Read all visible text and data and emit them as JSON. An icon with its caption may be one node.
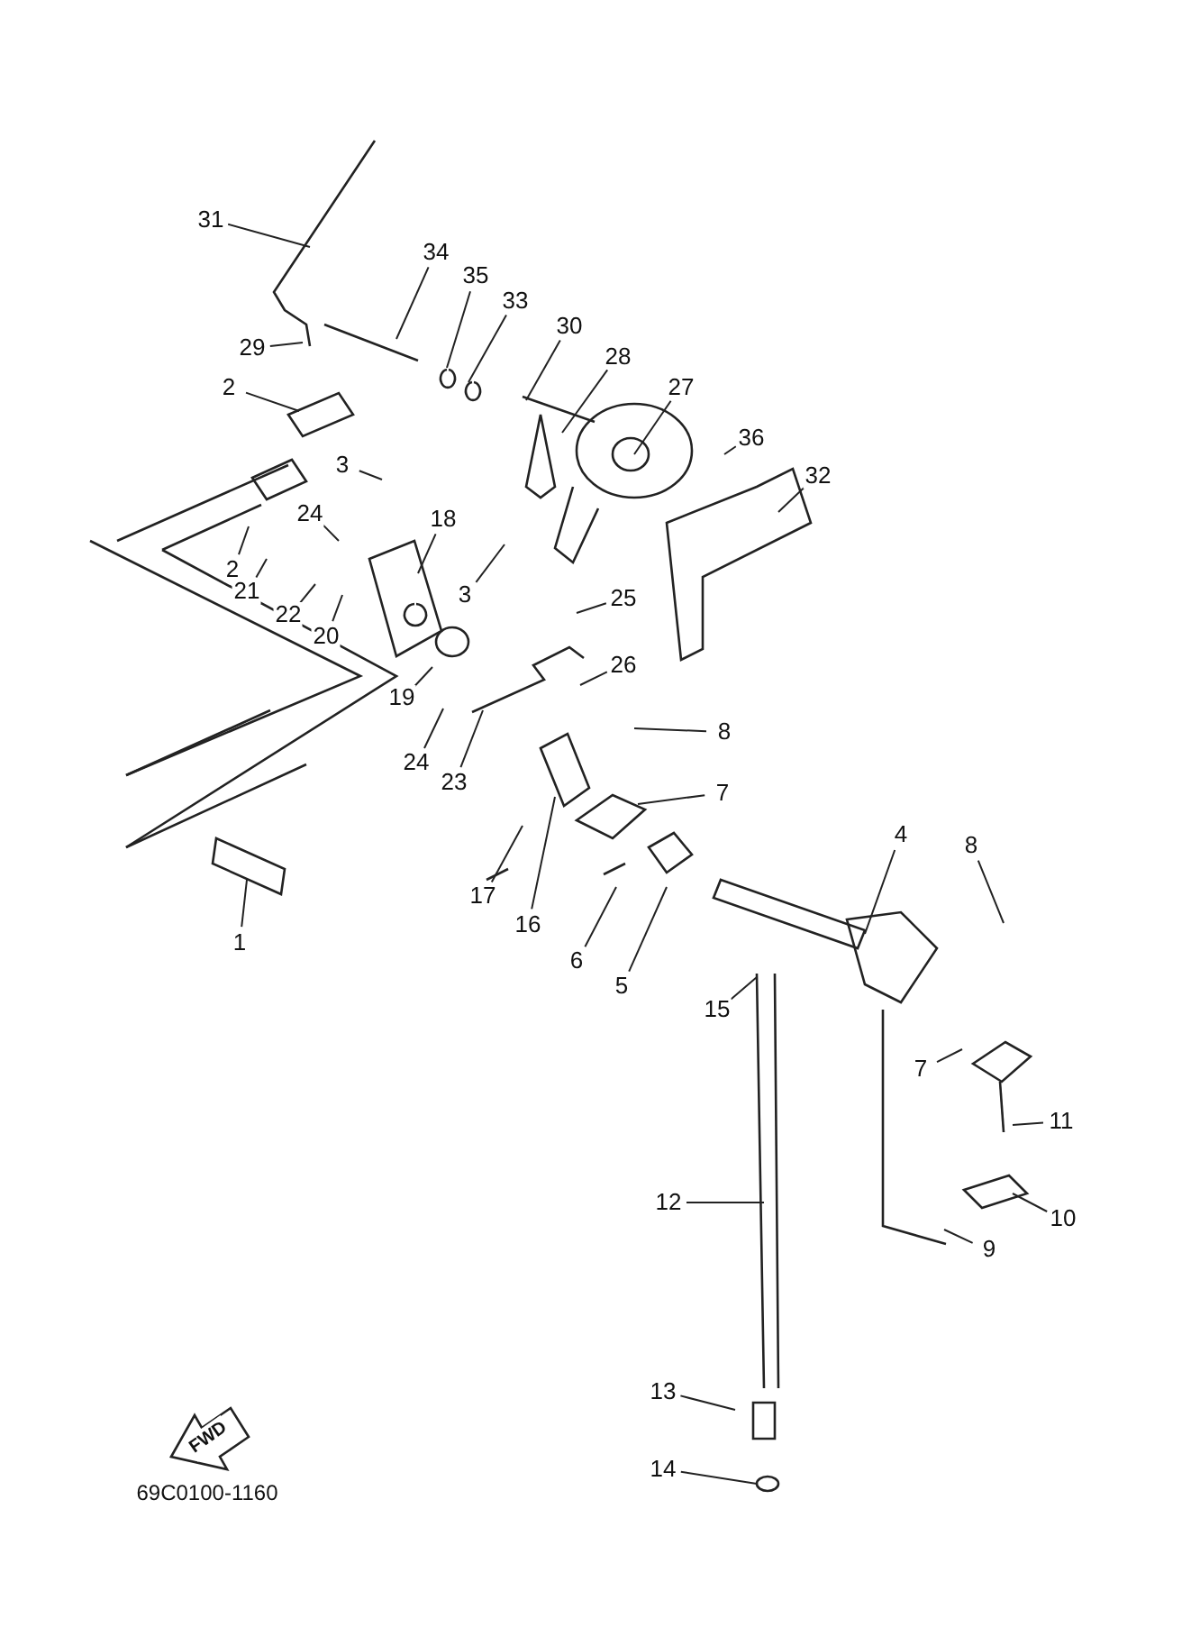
{
  "diagram": {
    "nodes": [
      {
        "text": [
          "31"
        ]
      },
      {
        "text": [
          "34"
        ]
      },
      {
        "text": [
          "35"
        ]
      },
      {
        "text": [
          "33"
        ]
      },
      {
        "text": [
          "30"
        ]
      },
      {
        "text": [
          "28"
        ]
      },
      {
        "text": [
          "27"
        ]
      },
      {
        "text": [
          "29"
        ]
      },
      {
        "text": [
          "36"
        ]
      },
      {
        "text": [
          "32"
        ]
      },
      {
        "text": [
          "2"
        ]
      },
      {
        "text": [
          "3"
        ]
      },
      {
        "text": [
          "24"
        ]
      },
      {
        "text": [
          "18"
        ]
      },
      {
        "text": [
          "2"
        ]
      },
      {
        "text": [
          "21"
        ]
      },
      {
        "text": [
          "22"
        ]
      },
      {
        "text": [
          "20"
        ]
      },
      {
        "text": [
          "3"
        ]
      },
      {
        "text": [
          "25"
        ]
      },
      {
        "text": [
          "19"
        ]
      },
      {
        "text": [
          "26"
        ]
      },
      {
        "text": [
          "24"
        ]
      },
      {
        "text": [
          "23"
        ]
      },
      {
        "text": [
          "8"
        ]
      },
      {
        "text": [
          "7"
        ]
      },
      {
        "text": [
          "4"
        ]
      },
      {
        "text": [
          "8"
        ]
      },
      {
        "text": [
          "17"
        ]
      },
      {
        "text": [
          "16"
        ]
      },
      {
        "text": [
          "1"
        ]
      },
      {
        "text": [
          "6"
        ]
      },
      {
        "text": [
          "5"
        ]
      },
      {
        "text": [
          "15"
        ]
      },
      {
        "text": [
          "7"
        ]
      },
      {
        "text": [
          "11"
        ]
      },
      {
        "text": [
          "12"
        ]
      },
      {
        "text": [
          "10"
        ]
      },
      {
        "text": [
          "9"
        ]
      },
      {
        "text": [
          "13"
        ]
      },
      {
        "text": [
          "14"
        ]
      }
    ],
    "edges": [
      {
        "from": 0,
        "to": null,
        "arrow": "none"
      },
      {
        "from": 1,
        "to": null,
        "arrow": "none"
      },
      {
        "from": 2,
        "to": null,
        "arrow": "none"
      },
      {
        "from": 3,
        "to": null,
        "arrow": "none"
      },
      {
        "from": 4,
        "to": null,
        "arrow": "none"
      },
      {
        "from": 5,
        "to": null,
        "arrow": "none"
      },
      {
        "from": 6,
        "to": null,
        "arrow": "none"
      },
      {
        "from": 7,
        "to": null,
        "arrow": "none"
      },
      {
        "from": 8,
        "to": null,
        "arrow": "none"
      },
      {
        "from": 9,
        "to": null,
        "arrow": "none"
      },
      {
        "from": 10,
        "to": null,
        "arrow": "none"
      },
      {
        "from": 11,
        "to": null,
        "arrow": "none"
      },
      {
        "from": 12,
        "to": null,
        "arrow": "none"
      },
      {
        "from": 13,
        "to": null,
        "arrow": "none"
      },
      {
        "from": 14,
        "to": null,
        "arrow": "none"
      },
      {
        "from": 15,
        "to": null,
        "arrow": "none"
      },
      {
        "from": 16,
        "to": null,
        "arrow": "none"
      },
      {
        "from": 17,
        "to": null,
        "arrow": "none"
      },
      {
        "from": 18,
        "to": null,
        "arrow": "none"
      },
      {
        "from": 19,
        "to": null,
        "arrow": "none"
      },
      {
        "from": 20,
        "to": null,
        "arrow": "none"
      },
      {
        "from": 21,
        "to": null,
        "arrow": "none"
      },
      {
        "from": 22,
        "to": null,
        "arrow": "none"
      },
      {
        "from": 23,
        "to": null,
        "arrow": "none"
      },
      {
        "from": 24,
        "to": null,
        "arrow": "none"
      },
      {
        "from": 25,
        "to": null,
        "arrow": "none"
      },
      {
        "from": 26,
        "to": null,
        "arrow": "none"
      },
      {
        "from": 27,
        "to": null,
        "arrow": "none"
      },
      {
        "from": 28,
        "to": null,
        "arrow": "none"
      },
      {
        "from": 29,
        "to": null,
        "arrow": "none"
      },
      {
        "from": 30,
        "to": null,
        "arrow": "none"
      },
      {
        "from": 31,
        "to": null,
        "arrow": "none"
      },
      {
        "from": 32,
        "to": null,
        "arrow": "none"
      },
      {
        "from": 33,
        "to": null,
        "arrow": "none"
      },
      {
        "from": 34,
        "to": null,
        "arrow": "none"
      },
      {
        "from": 35,
        "to": null,
        "arrow": "none"
      },
      {
        "from": 36,
        "to": null,
        "arrow": "none"
      },
      {
        "from": 37,
        "to": null,
        "arrow": "none"
      },
      {
        "from": 38,
        "to": null,
        "arrow": "none"
      },
      {
        "from": 39,
        "to": null,
        "arrow": "none"
      },
      {
        "from": 40,
        "to": null,
        "arrow": "none"
      }
    ],
    "labels": [
      "FWD",
      "69C0100-1160"
    ]
  }
}
